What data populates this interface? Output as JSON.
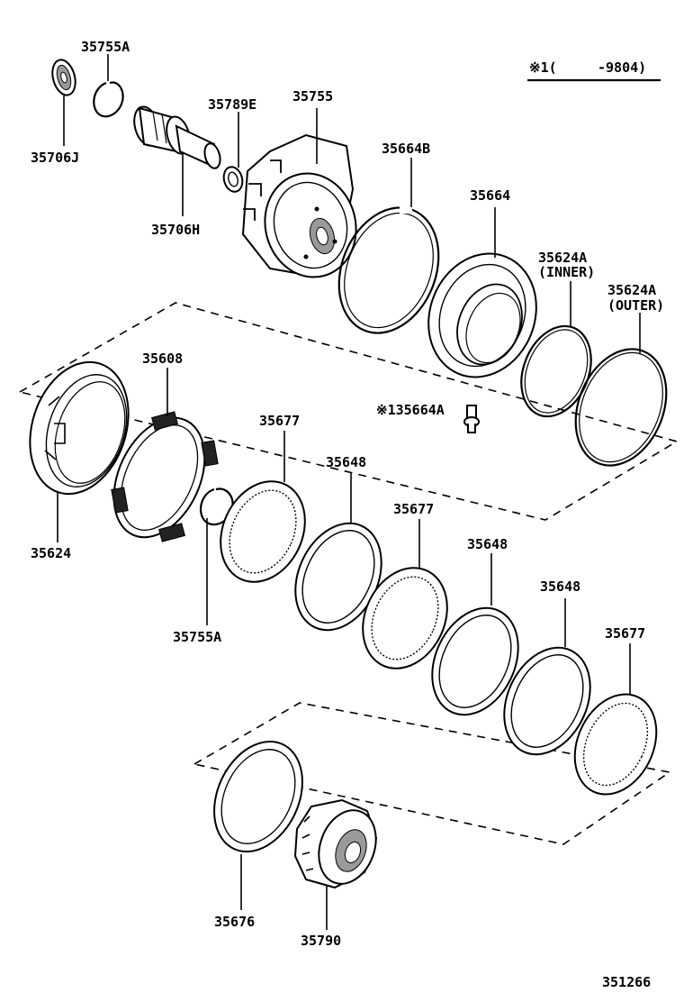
{
  "diagram": {
    "note": {
      "symbol": "※1(",
      "range": "-9804)"
    },
    "drawing_number": "351266",
    "part_labels": {
      "p35755A_top": "35755A",
      "p35706J": "35706J",
      "p35706H": "35706H",
      "p35789E": "35789E",
      "p35755": "35755",
      "p35664B": "35664B",
      "p35664": "35664",
      "p35624A_inner": "35624A",
      "p35624A_inner_sub": "(INNER)",
      "p35624A_outer": "35624A",
      "p35624A_outer_sub": "(OUTER)",
      "p35608": "35608",
      "p135664A": "※135664A",
      "p35677_a": "35677",
      "p35624": "35624",
      "p35755A_bottom": "35755A",
      "p35648_a": "35648",
      "p35677_b": "35677",
      "p35648_b": "35648",
      "p35648_c": "35648",
      "p35677_c": "35677",
      "p35676": "35676",
      "p35790": "35790"
    }
  }
}
